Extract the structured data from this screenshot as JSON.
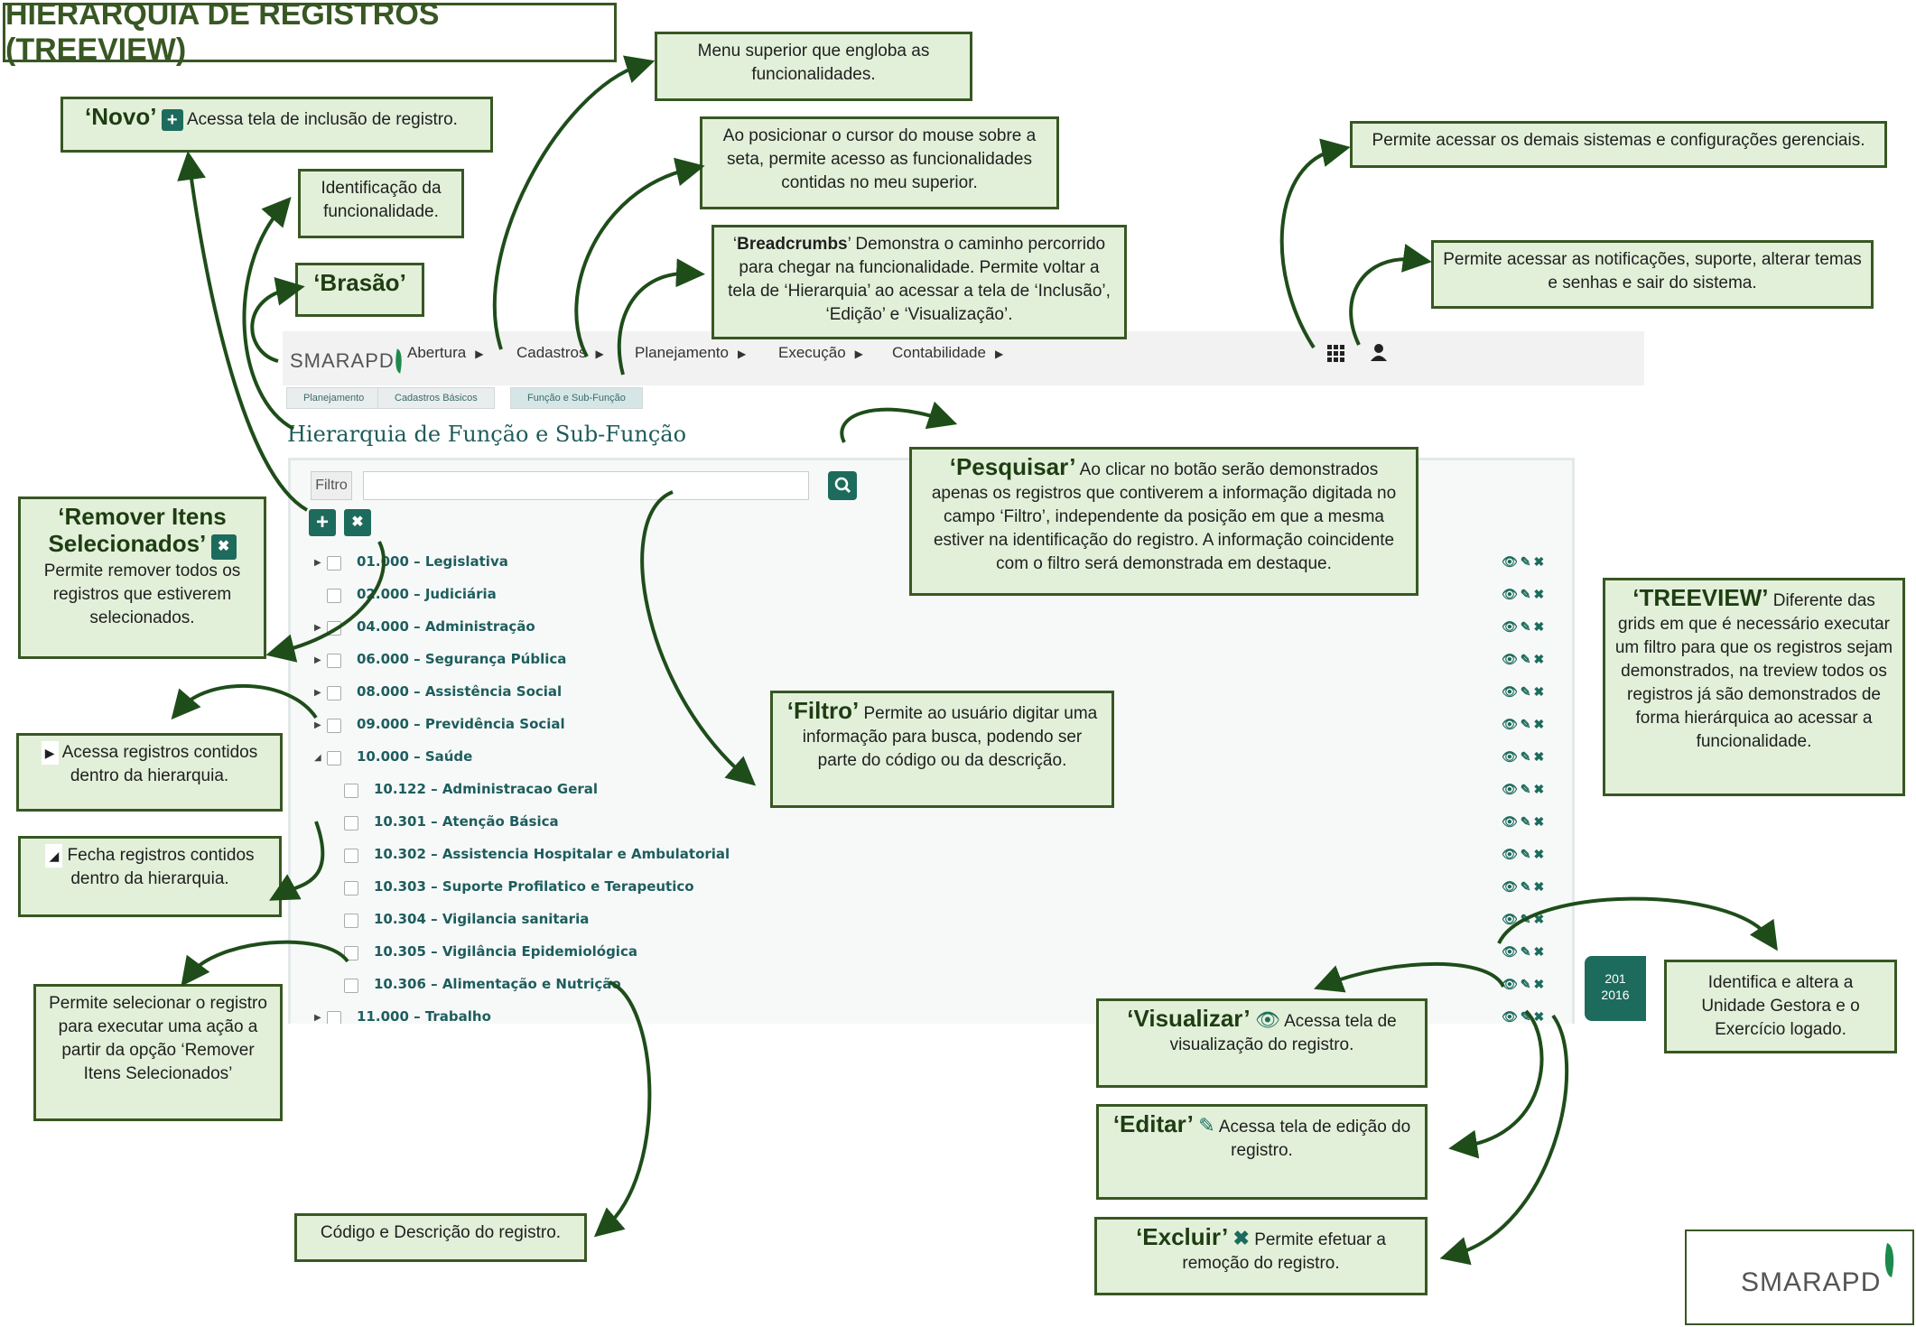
{
  "title": "HIERARQUIA DE REGISTROS (TREEVIEW)",
  "app": {
    "logo": "SMARAPD",
    "menu": [
      "Abertura",
      "Cadastros",
      "Planejamento",
      "Execução",
      "Contabilidade"
    ],
    "breadcrumbs": [
      "Planejamento",
      "Cadastros Básicos",
      "Função e Sub-Função"
    ],
    "page_title": "Hierarquia de Função e Sub-Função",
    "filter_label": "Filtro",
    "filter_value": "",
    "exercise": {
      "line1": "201",
      "line2": "2016"
    },
    "tree": [
      {
        "label": "01.000 – Legislativa",
        "level": 0,
        "toggle": "collapsed"
      },
      {
        "label": "02.000 – Judiciária",
        "level": 0,
        "toggle": "none"
      },
      {
        "label": "04.000 – Administração",
        "level": 0,
        "toggle": "collapsed"
      },
      {
        "label": "06.000 – Segurança Pública",
        "level": 0,
        "toggle": "collapsed"
      },
      {
        "label": "08.000 – Assistência Social",
        "level": 0,
        "toggle": "collapsed"
      },
      {
        "label": "09.000 – Previdência Social",
        "level": 0,
        "toggle": "collapsed"
      },
      {
        "label": "10.000 – Saúde",
        "level": 0,
        "toggle": "expanded"
      },
      {
        "label": "10.122 – Administracao Geral",
        "level": 1,
        "toggle": "none"
      },
      {
        "label": "10.301 – Atenção Básica",
        "level": 1,
        "toggle": "none"
      },
      {
        "label": "10.302 – Assistencia Hospitalar e Ambulatorial",
        "level": 1,
        "toggle": "none"
      },
      {
        "label": "10.303 – Suporte Profilatico e Terapeutico",
        "level": 1,
        "toggle": "none"
      },
      {
        "label": "10.304 – Vigilancia sanitaria",
        "level": 1,
        "toggle": "none"
      },
      {
        "label": "10.305 – Vigilância Epidemiológica",
        "level": 1,
        "toggle": "none"
      },
      {
        "label": "10.306 – Alimentação e Nutrição",
        "level": 1,
        "toggle": "none"
      },
      {
        "label": "11.000 – Trabalho",
        "level": 0,
        "toggle": "collapsed"
      }
    ]
  },
  "annotations": {
    "novo": {
      "title": "‘Novo’",
      "text": "Acessa tela de inclusão de registro."
    },
    "identificacao": {
      "text": "Identificação da funcionalidade."
    },
    "brasao": {
      "title": "‘Brasão’"
    },
    "menu_superior": {
      "text": "Menu superior que engloba as funcionalidades."
    },
    "seta": {
      "text": "Ao posicionar o cursor do mouse sobre a seta, permite acesso as funcionalidades contidas no meu superior."
    },
    "breadcrumbs": {
      "title": "Breadcrumbs",
      "pre": "‘",
      "post": "’ Demonstra o caminho percorrido para chegar na  funcionalidade. Permite voltar a tela de ‘Hierarquia’ ao acessar a tela de ‘Inclusão’, ‘Edição’ e ‘Visualização’."
    },
    "sistemas": {
      "text": "Permite acessar os demais sistemas e configurações gerenciais."
    },
    "notificacoes": {
      "text": "Permite acessar as notificações, suporte,  alterar temas e senhas e sair do sistema."
    },
    "remover": {
      "title": "‘Remover Itens Selecionados’",
      "text": "Permite remover todos os registros que estiverem selecionados."
    },
    "pesquisar": {
      "title": "‘Pesquisar’",
      "text": "Ao clicar no botão serão demonstrados apenas os registros que contiverem a informação digitada no campo ‘Filtro’, independente da posição em que a mesma estiver na identificação do registro. A informação coincidente com o filtro será demonstrada em destaque."
    },
    "treeview": {
      "title": "‘TREEVIEW’",
      "text": "Diferente das grids em que é necessário executar um filtro para que os registros sejam demonstrados, na treview todos os registros já são demonstrados de forma hierárquica ao acessar a funcionalidade."
    },
    "acessa": {
      "text": "Acessa registros contidos dentro da  hierarquia."
    },
    "filtro": {
      "title": "‘Filtro’",
      "text": "Permite ao usuário digitar uma informação para busca, podendo ser parte do código ou da descrição."
    },
    "fecha": {
      "text": "Fecha registros contidos dentro da  hierarquia."
    },
    "selecionar": {
      "text": "Permite selecionar o registro para executar uma ação a partir da opção ‘Remover Itens Selecionados’"
    },
    "unidade": {
      "text": "Identifica e altera a Unidade Gestora e o Exercício logado."
    },
    "visualizar": {
      "title": "‘Visualizar’",
      "text": "Acessa tela de visualização do registro."
    },
    "editar": {
      "title": "‘Editar’",
      "text": "Acessa tela de edição do registro."
    },
    "excluir": {
      "title": "‘Excluir’",
      "text": "Permite efetuar a remoção do registro."
    },
    "codigo": {
      "text": "Código e Descrição do registro."
    }
  },
  "footer_logo": "SMARAPD",
  "colors": {
    "accent": "#1d6b5c",
    "annotation_bg": "#e2f0d9",
    "annotation_border": "#385723"
  }
}
